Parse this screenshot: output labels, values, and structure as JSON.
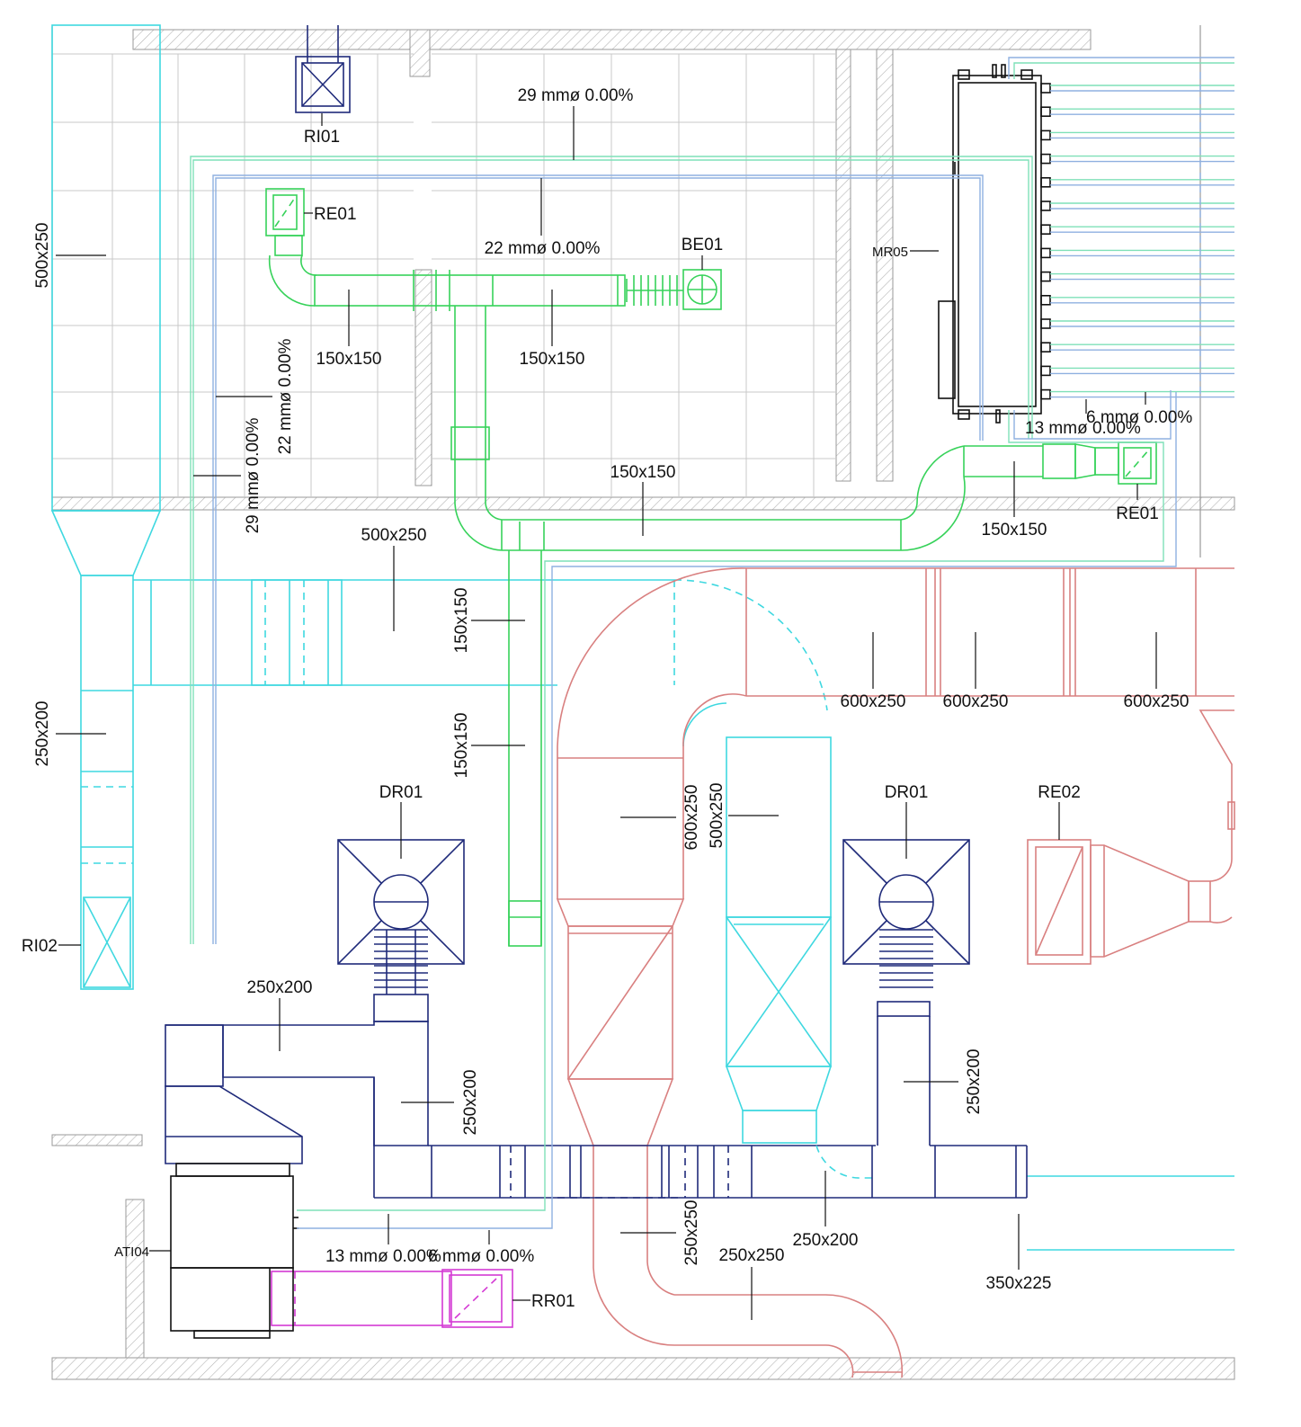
{
  "labels": {
    "ri01": "RI01",
    "re01_top": "RE01",
    "be01": "BE01",
    "mr05": "MR05",
    "re01_right": "RE01",
    "ri02": "RI02",
    "dr01_left": "DR01",
    "dr01_right": "DR01",
    "re02": "RE02",
    "ati04": "ATI04",
    "rr01": "RR01"
  },
  "dims": {
    "d_500x250_left": "500x250",
    "d_250x200_left": "250x200",
    "d_150x150_a": "150x150",
    "d_150x150_b": "150x150",
    "d_150x150_c": "150x150",
    "d_150x150_d": "150x150",
    "d_150x150_v1": "150x150",
    "d_150x150_v2": "150x150",
    "d_500x250_mid": "500x250",
    "d_600x250_a": "600x250",
    "d_600x250_b": "600x250",
    "d_600x250_c": "600x250",
    "d_600x250_v": "600x250",
    "d_500x250_v": "500x250",
    "d_250x200_top": "250x200",
    "d_250x200_v1": "250x200",
    "d_250x200_v2": "250x200",
    "d_250x200_bottom": "250x200",
    "d_250x250_v": "250x250",
    "d_250x250_h": "250x250",
    "d_350x225": "350x225"
  },
  "pipes": {
    "p_29_top": "29 mmø 0.00%",
    "p_22_top": "22 mmø 0.00%",
    "p_22_vert": "22 mmø 0.00%",
    "p_29_vert": "29 mmø 0.00%",
    "p_13_right": "13 mmø 0.00%",
    "p_6_right": "6 mmø 0.00%",
    "p_13_bottom": "13 mmø 0.00%",
    "p_6_bottom": "6 mmø 0.00%"
  }
}
